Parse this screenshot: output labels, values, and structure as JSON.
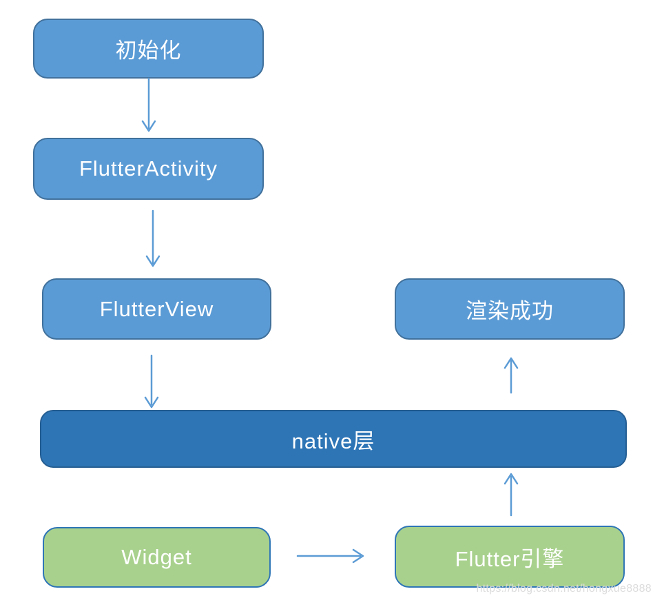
{
  "diagram": {
    "nodes": {
      "init": {
        "label": "初始化",
        "style": "blue"
      },
      "flutter_activity": {
        "label": "FlutterActivity",
        "style": "blue"
      },
      "flutter_view": {
        "label": "FlutterView",
        "style": "blue"
      },
      "render_success": {
        "label": "渲染成功",
        "style": "blue"
      },
      "native_layer": {
        "label": "native层",
        "style": "dark-blue"
      },
      "widget": {
        "label": "Widget",
        "style": "green"
      },
      "flutter_engine": {
        "label": "Flutter引擎",
        "style": "green"
      }
    },
    "edges": [
      {
        "from": "init",
        "to": "flutter_activity",
        "direction": "down"
      },
      {
        "from": "flutter_activity",
        "to": "flutter_view",
        "direction": "down"
      },
      {
        "from": "flutter_view",
        "to": "native_layer",
        "direction": "down"
      },
      {
        "from": "native_layer",
        "to": "render_success",
        "direction": "up"
      },
      {
        "from": "flutter_engine",
        "to": "native_layer",
        "direction": "up"
      },
      {
        "from": "widget",
        "to": "flutter_engine",
        "direction": "right"
      }
    ],
    "colors": {
      "node_blue_fill": "#5b9bd5",
      "node_blue_border": "#41719c",
      "native_fill": "#2e75b6",
      "native_border": "#255e92",
      "green_fill": "#a9d18e",
      "green_border": "#2e75b6",
      "arrow": "#5b9bd5",
      "text": "#ffffff"
    },
    "watermark": "https://blog.csdn.net/hongxue8888"
  }
}
